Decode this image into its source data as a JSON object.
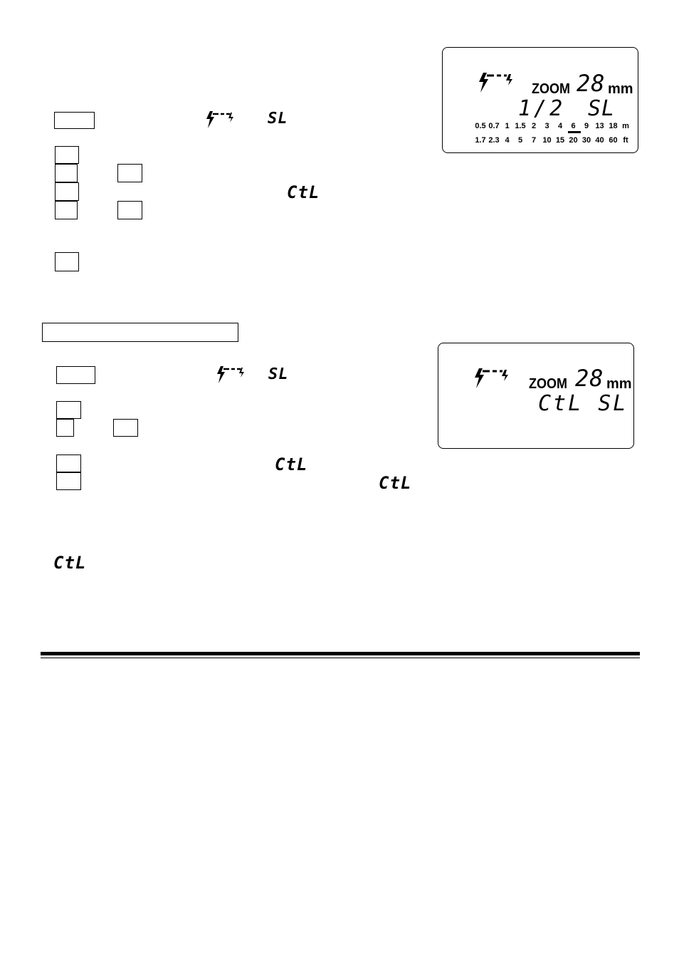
{
  "lcd_top": {
    "zoom_label": "ZOOM",
    "zoom_value": "28",
    "zoom_unit": "mm",
    "ratio": "1/2",
    "mode": "SL",
    "scale_m": [
      "0.5",
      "0.7",
      "1",
      "1.5",
      "2",
      "3",
      "4",
      "6",
      "9",
      "13",
      "18",
      "m"
    ],
    "scale_ft": [
      "1.7",
      "2.3",
      "4",
      "5",
      "7",
      "10",
      "15",
      "20",
      "30",
      "40",
      "60",
      "ft"
    ]
  },
  "lcd_bottom": {
    "zoom_label": "ZOOM",
    "zoom_value": "28",
    "zoom_unit": "mm",
    "mode_line": "CtL SL"
  },
  "inline_symbols": {
    "sl": "SL",
    "ctl": "CtL"
  },
  "icons": {
    "flash": "wireless-flash-icon"
  }
}
